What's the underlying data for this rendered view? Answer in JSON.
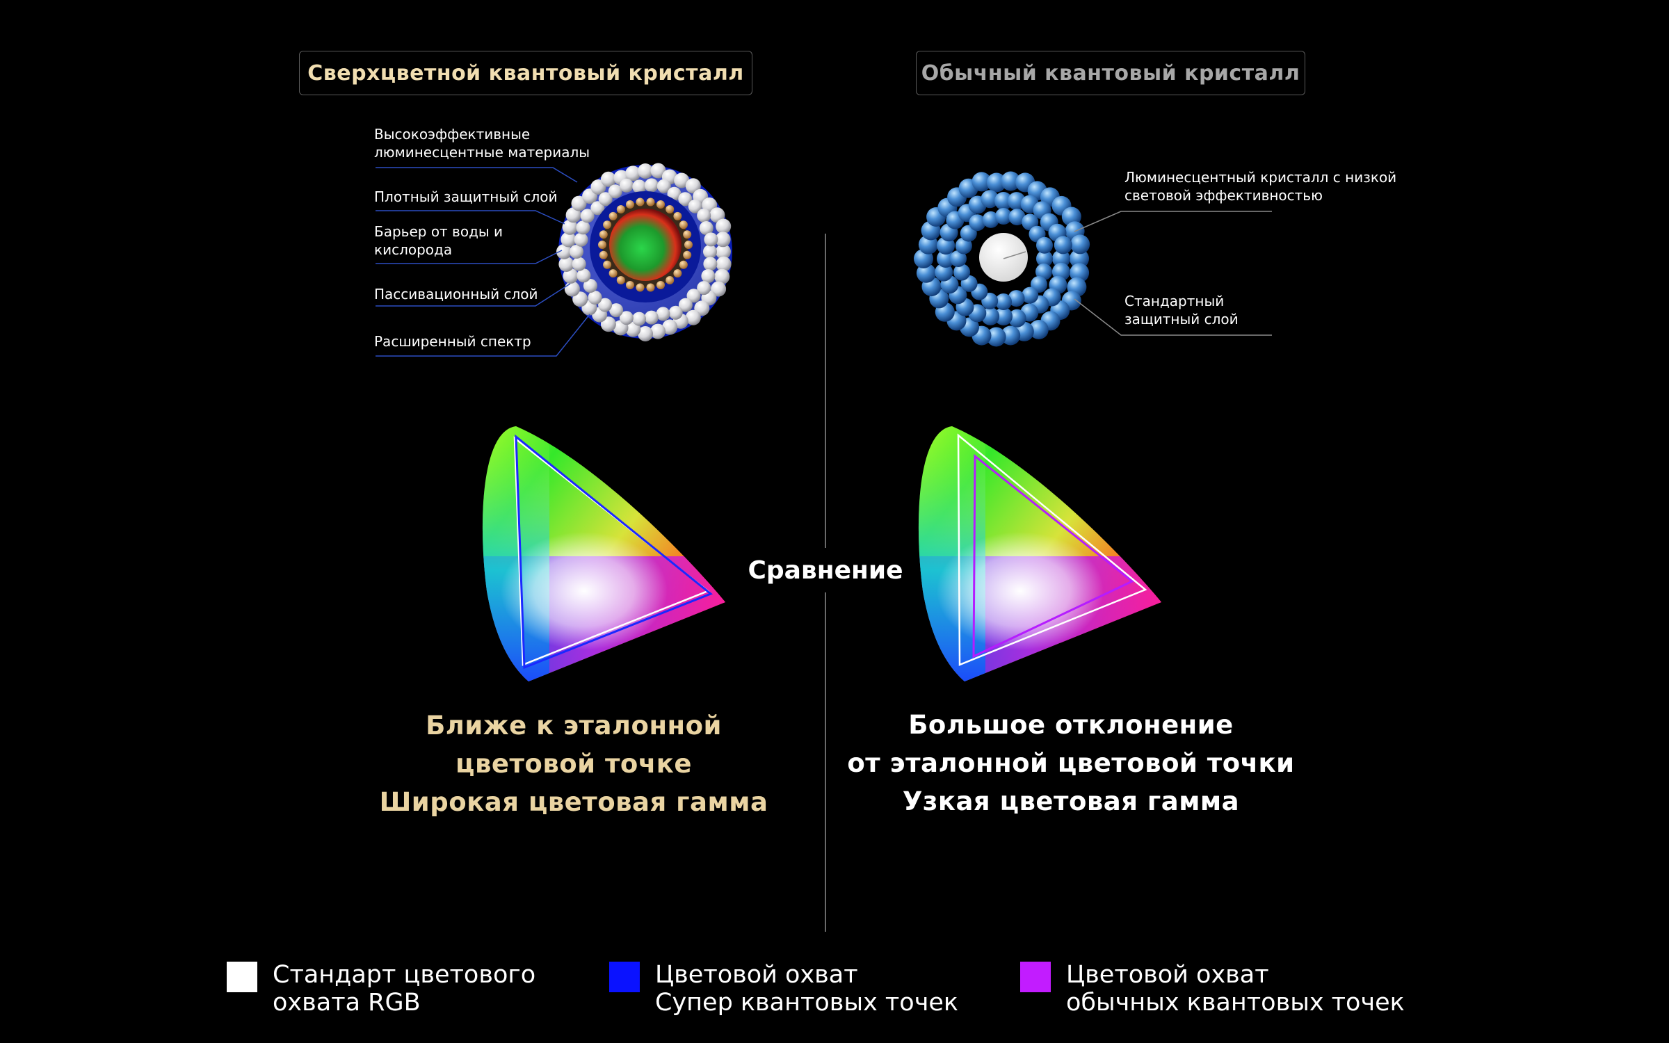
{
  "left": {
    "title": "Сверхцветной квантовый кристалл",
    "labels": [
      "Высокоэффективные люминесцентные материалы",
      "Плотный защитный слой",
      "Барьер от воды и кислорода",
      "Пассивационный слой",
      "Расширенный спектр"
    ],
    "caption": [
      "Ближе к эталонной",
      "цветовой точке",
      "Широкая цветовая гамма"
    ]
  },
  "right": {
    "title": "Обычный квантовый кристалл",
    "labels": [
      "Люминесцентный кристалл с низкой световой эффективностью",
      "Стандартный защитный слой"
    ],
    "caption": [
      "Большое отклонение",
      "от эталонной цветовой точки",
      "Узкая цветовая гамма"
    ]
  },
  "center_label": "Сравнение",
  "legend": [
    {
      "line1": "Стандарт цветового",
      "line2": "охвата RGB",
      "color": "#ffffff"
    },
    {
      "line1": "Цветовой охват",
      "line2": "Супер квантовых точек",
      "color": "#0a12ff"
    },
    {
      "line1": "Цветовой охват",
      "line2": "обычных квантовых точек",
      "color": "#c21cff"
    }
  ],
  "colors": {
    "accent_gold": "#ead4a2",
    "super_qd": "#0a12ff",
    "regular_qd": "#c21cff"
  }
}
